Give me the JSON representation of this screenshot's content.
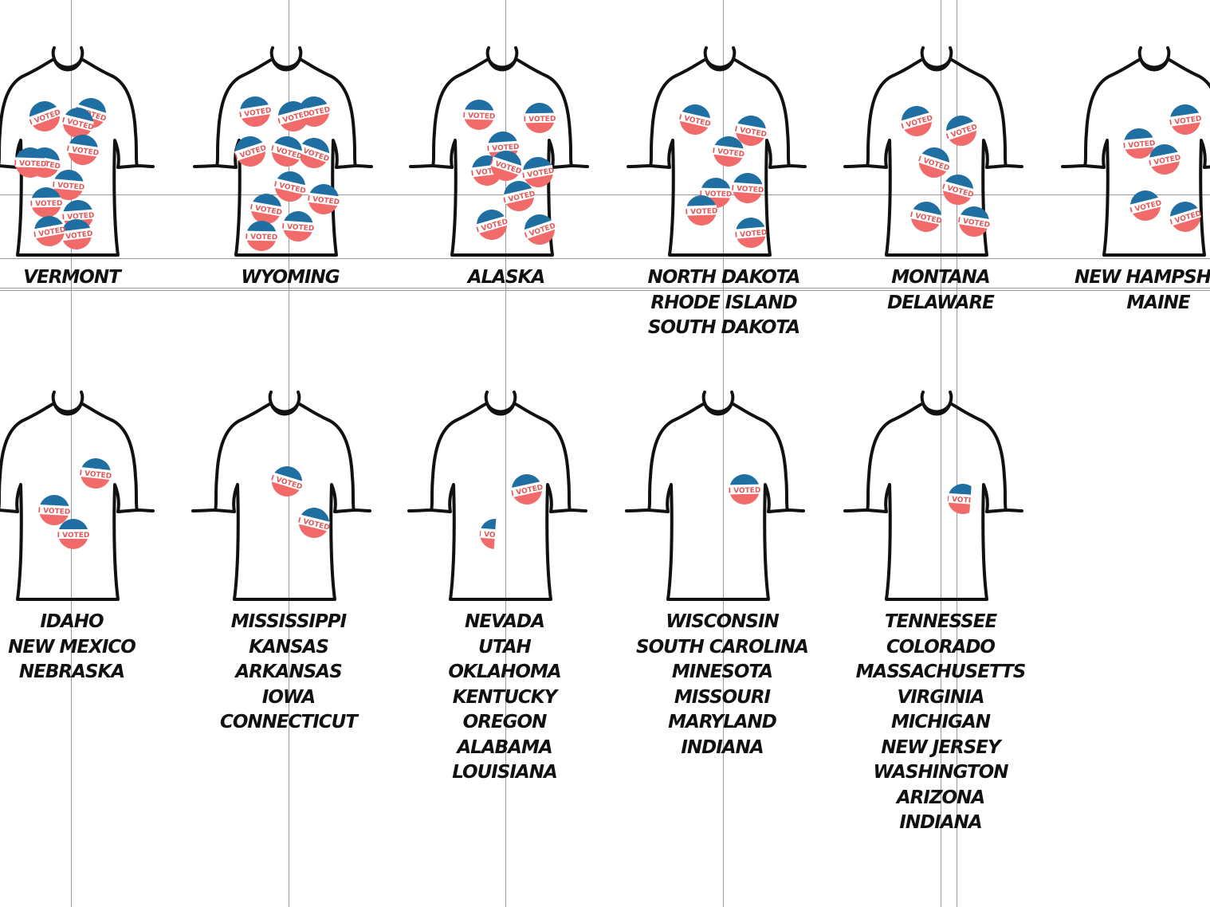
{
  "colors": {
    "sticker_blue": "#1f6fa3",
    "sticker_red": "#f26b6b",
    "sticker_text": "#e05a5a",
    "shirt_outline": "#111111",
    "guides": "#9a9a9a"
  },
  "sticker_text": "I VOTED",
  "groups": [
    {
      "labels": [
        "Vermont"
      ],
      "stickers": 11
    },
    {
      "labels": [
        "Wyoming"
      ],
      "stickers": 11
    },
    {
      "labels": [
        "Alaska"
      ],
      "stickers": 9
    },
    {
      "labels": [
        "North Dakota",
        "Rhode Island",
        "South Dakota"
      ],
      "stickers": 7
    },
    {
      "labels": [
        "Montana",
        "Delaware"
      ],
      "stickers": 6
    },
    {
      "labels": [
        "New Hampshire",
        "Maine"
      ],
      "stickers": 5
    },
    {
      "labels": [
        "Idaho",
        "New Mexico",
        "Nebraska"
      ],
      "stickers": 3
    },
    {
      "labels": [
        "Mississippi",
        "Kansas",
        "Arkansas",
        "Iowa",
        "Connecticut"
      ],
      "stickers": 2
    },
    {
      "labels": [
        "Nevada",
        "Utah",
        "Oklahoma",
        "Kentucky",
        "Oregon",
        "Alabama",
        "Louisiana"
      ],
      "stickers": 1.5
    },
    {
      "labels": [
        "Wisconsin",
        "South Carolina",
        "Minesota",
        "Missouri",
        "Maryland",
        "Indiana"
      ],
      "stickers": 1
    },
    {
      "labels": [
        "Tennessee",
        "Colorado",
        "Massachusetts",
        "Virginia",
        "Michigan",
        "New Jersey",
        "Washington",
        "Arizona",
        "Indiana"
      ],
      "stickers": 0.75
    }
  ]
}
